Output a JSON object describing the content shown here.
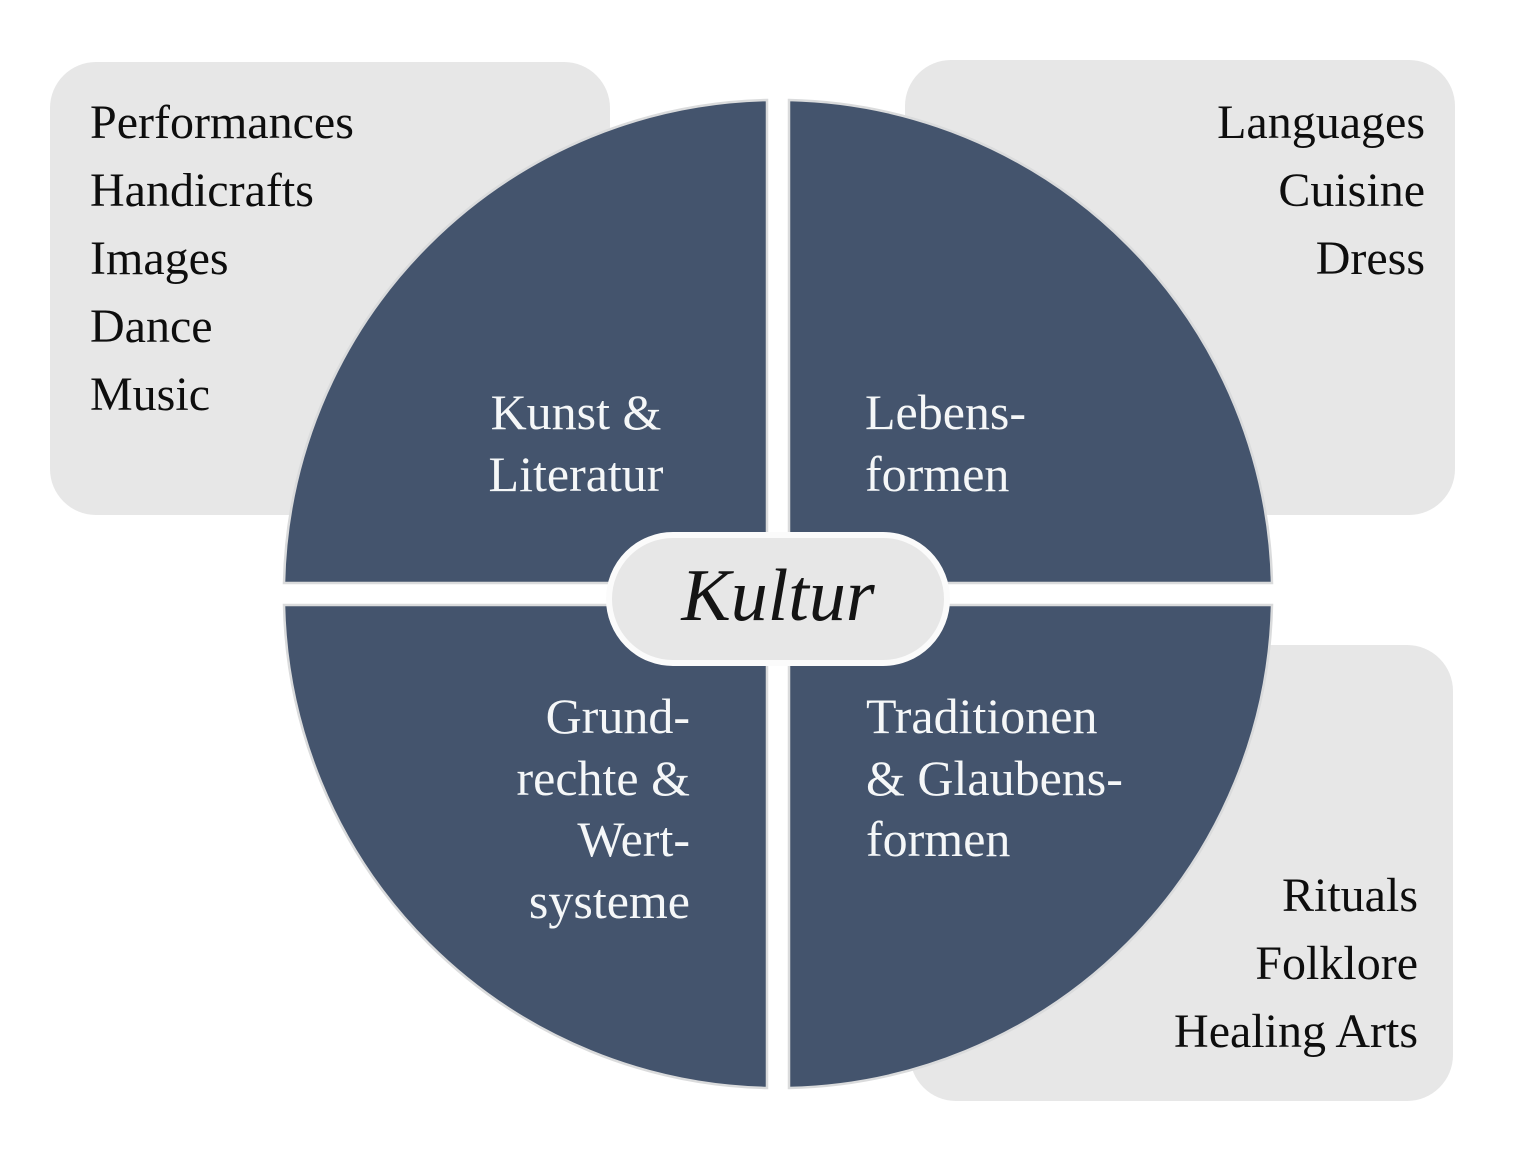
{
  "diagram": {
    "center": {
      "label": "Kultur"
    },
    "quadrants": {
      "kunst": {
        "lines": [
          "Kunst &",
          "Literatur"
        ]
      },
      "lebens": {
        "lines": [
          "Lebens-",
          "formen"
        ]
      },
      "grund": {
        "lines": [
          "Grund-",
          "rechte &",
          "Wert-",
          "systeme"
        ]
      },
      "traditionen": {
        "lines": [
          "Traditionen",
          "& Glaubens-",
          "formen"
        ]
      }
    },
    "lists": {
      "top_left": {
        "items": [
          "Performances",
          "Handicrafts",
          "Images",
          "Dance",
          "Music"
        ]
      },
      "top_right": {
        "items": [
          "Languages",
          "Cuisine",
          "Dress"
        ]
      },
      "bottom_right": {
        "items": [
          "Rituals",
          "Folklore",
          "Healing Arts"
        ]
      }
    },
    "colors": {
      "quadrant_fill": "#44546d",
      "quadrant_stroke": "#dadbdc",
      "box_fill": "#e7e7e7",
      "pill_fill": "#e7e7e7",
      "pill_border": "#fbfbfb",
      "label_light": "#f5f7f8",
      "label_dark": "#0e0e0e",
      "background": "#ffffff"
    }
  }
}
